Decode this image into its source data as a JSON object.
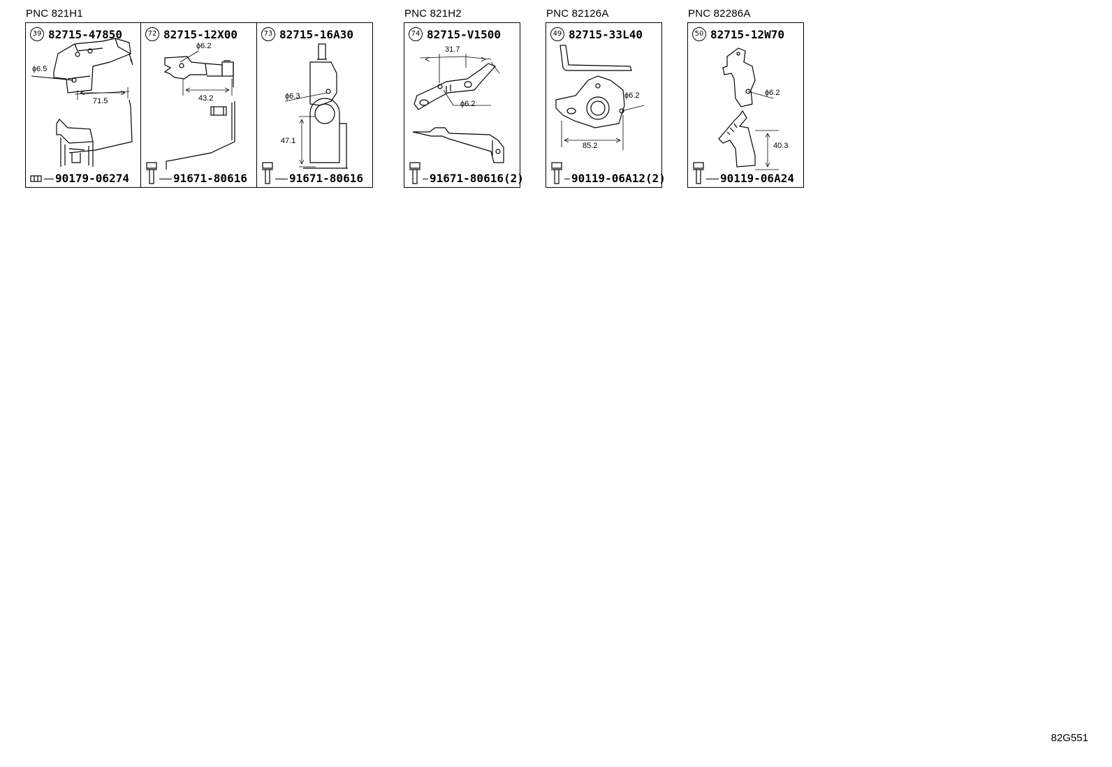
{
  "groups": [
    {
      "pnc": "PNC 821H1",
      "panels": [
        {
          "ref": "39",
          "part_no": "82715-47850",
          "dims": [
            "ϕ6.5",
            "71.5"
          ],
          "fastener_type": "clip",
          "fastener": "90179-06274"
        },
        {
          "ref": "72",
          "part_no": "82715-12X00",
          "dims": [
            "ϕ6.2",
            "43.2"
          ],
          "fastener_type": "bolt",
          "fastener": "91671-80616"
        },
        {
          "ref": "73",
          "part_no": "82715-16A30",
          "dims": [
            "ϕ6.3",
            "47.1"
          ],
          "fastener_type": "bolt",
          "fastener": "91671-80616"
        }
      ]
    },
    {
      "pnc": "PNC 821H2",
      "panels": [
        {
          "ref": "74",
          "part_no": "82715-V1500",
          "dims": [
            "31.7",
            "ϕ6.2"
          ],
          "fastener_type": "bolt",
          "fastener": "91671-80616(2)"
        }
      ]
    },
    {
      "pnc": "PNC 82126A",
      "panels": [
        {
          "ref": "49",
          "part_no": "82715-33L40",
          "dims": [
            "ϕ6.2",
            "85.2"
          ],
          "fastener_type": "bolt",
          "fastener": "90119-06A12(2)"
        }
      ]
    },
    {
      "pnc": "PNC 82286A",
      "panels": [
        {
          "ref": "50",
          "part_no": "82715-12W70",
          "dims": [
            "ϕ6.2",
            "40.3"
          ],
          "fastener_type": "bolt",
          "fastener": "90119-06A24"
        }
      ]
    }
  ],
  "diagram_code": "82G551"
}
